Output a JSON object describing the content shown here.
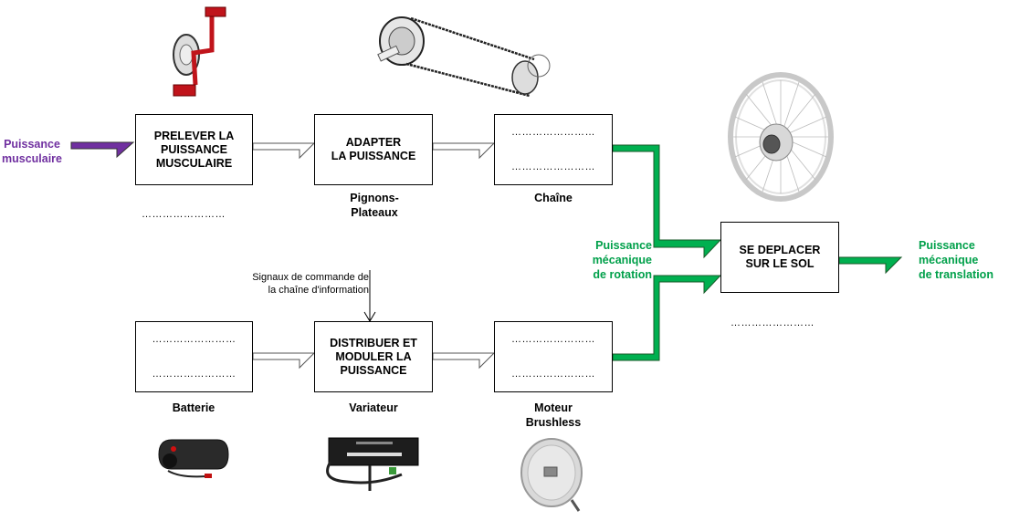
{
  "diagram": {
    "title": "Chaîne d'énergie - Vélo à assistance électrique",
    "colors": {
      "muscle": "#7030a0",
      "mechanical": "#00a04a",
      "mech_fill": "#00b050",
      "white_arrow": "#ffffff"
    },
    "inputs": {
      "muscle_power": {
        "line1": "Puissance",
        "line2": "musculaire"
      }
    },
    "outputs": {
      "rotation": {
        "line1": "Puissance",
        "line2": "mécanique",
        "line3": "de rotation"
      },
      "translation": {
        "line1": "Puissance",
        "line2": "mécanique",
        "line3": "de translation"
      }
    },
    "blocks": {
      "prelever": {
        "lines": [
          "PRELEVER LA",
          "PUISSANCE",
          "MUSCULAIRE"
        ],
        "component": "……………………"
      },
      "adapter": {
        "lines": [
          "ADAPTER",
          "LA PUISSANCE"
        ],
        "component_lines": [
          "Pignons-",
          "Plateaux"
        ]
      },
      "transmettre_haut": {
        "blank1": "……………………",
        "blank2": "……………………",
        "component": "Chaîne"
      },
      "deplacer": {
        "lines": [
          "SE DEPLACER",
          "SUR LE SOL"
        ],
        "component": "……………………"
      },
      "alimenter": {
        "blank1": "……………………",
        "blank2": "……………………",
        "component": "Batterie"
      },
      "distribuer": {
        "lines": [
          "DISTRIBUER ET",
          "MODULER LA",
          "PUISSANCE"
        ],
        "component": "Variateur"
      },
      "convertir": {
        "blank1": "……………………",
        "blank2": "……………………",
        "component_lines": [
          "Moteur",
          "Brushless"
        ]
      }
    },
    "control_signal": {
      "line1": "Signaux de commande de",
      "line2": "la chaîne d'information"
    },
    "images": [
      "pedal-crank-icon",
      "chain-drive-icon",
      "wheel-hub-icon",
      "battery-icon",
      "controller-icon",
      "hub-motor-icon"
    ]
  }
}
